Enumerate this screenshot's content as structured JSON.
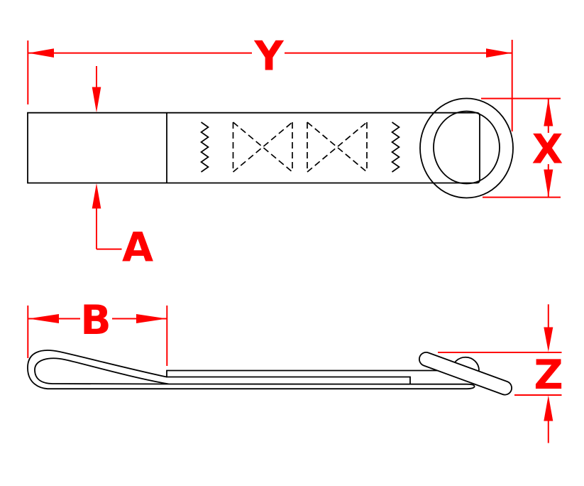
{
  "drawing": {
    "type": "technical-drawing",
    "subject": "webbing strap with ring, top view and side view",
    "colors": {
      "dimension": "#FF0000",
      "outline": "#000000",
      "background": "#FFFFFF"
    },
    "dimensions": {
      "overall_length": "Y",
      "ring_outer_diameter": "X",
      "webbing_width": "A",
      "fold_back_length": "B",
      "end_thickness": "Z"
    }
  }
}
